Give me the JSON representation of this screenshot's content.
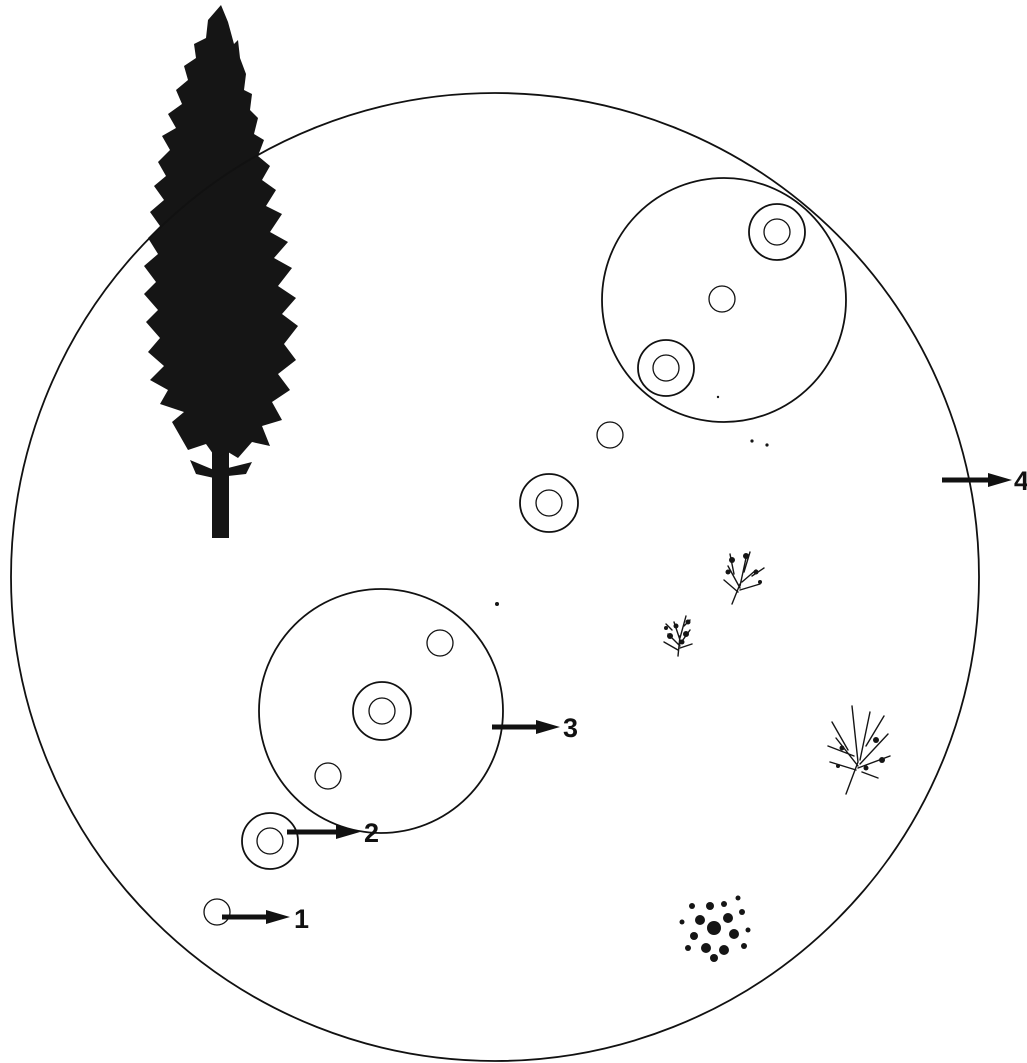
{
  "colors": {
    "line": "#111111",
    "background": "#ffffff",
    "foliage": "#151515"
  },
  "icons": {
    "tree": "conifer-tree-icon",
    "shrub": "shrub-icon",
    "arrow": "right-arrow-icon"
  },
  "labels": {
    "arrow_1": "1",
    "arrow_2": "2",
    "arrow_3": "3",
    "arrow_4": "4"
  }
}
